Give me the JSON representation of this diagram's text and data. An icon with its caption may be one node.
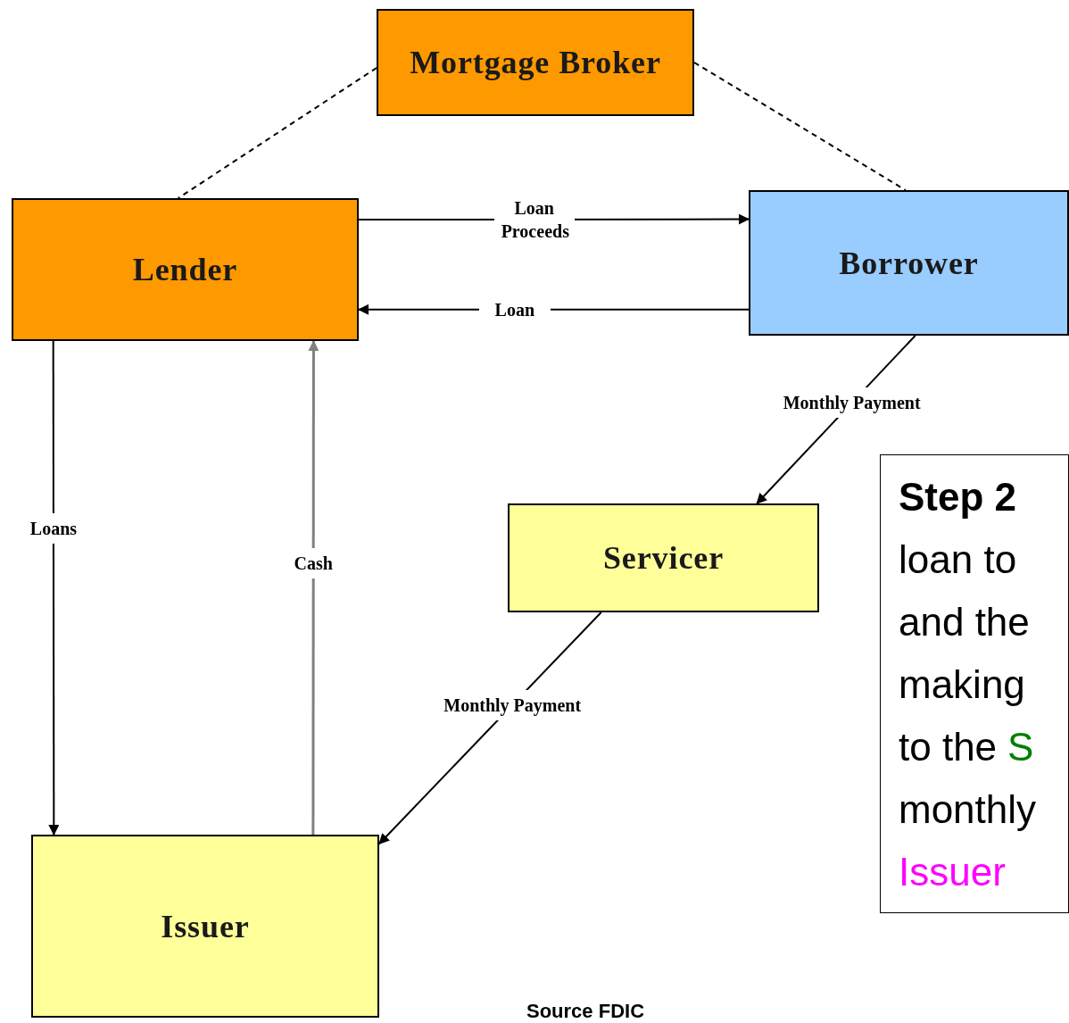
{
  "diagram": {
    "nodes": [
      {
        "text": [
          "Mortgage Broker"
        ]
      },
      {
        "text": [
          "Lender"
        ]
      },
      {
        "text": [
          "Borrower"
        ]
      },
      {
        "text": [
          "Servicer"
        ]
      },
      {
        "text": [
          "Issuer"
        ]
      },
      {
        "text": [
          "Step 2",
          "loan to",
          "and the",
          "making",
          "to the",
          "S",
          "monthly",
          "Issuer"
        ]
      }
    ],
    "edges": [
      {
        "from": 0,
        "to": 1,
        "arrow": "none",
        "style": "dashed"
      },
      {
        "from": 0,
        "to": 2,
        "arrow": "none",
        "style": "dashed"
      },
      {
        "from": 1,
        "to": 2,
        "arrow": "to",
        "label": "Loan Proceeds"
      },
      {
        "from": 2,
        "to": 1,
        "arrow": "to",
        "label": "Loan"
      },
      {
        "from": 1,
        "to": 4,
        "arrow": "to",
        "label": "Loans"
      },
      {
        "from": 4,
        "to": 1,
        "arrow": "to",
        "label": "Cash",
        "color": "#808080"
      },
      {
        "from": 2,
        "to": 3,
        "arrow": "to",
        "label": "Monthly Payment"
      },
      {
        "from": 3,
        "to": 4,
        "arrow": "to",
        "label": "Monthly Payment"
      }
    ],
    "labels": [
      "Source FDIC"
    ]
  }
}
